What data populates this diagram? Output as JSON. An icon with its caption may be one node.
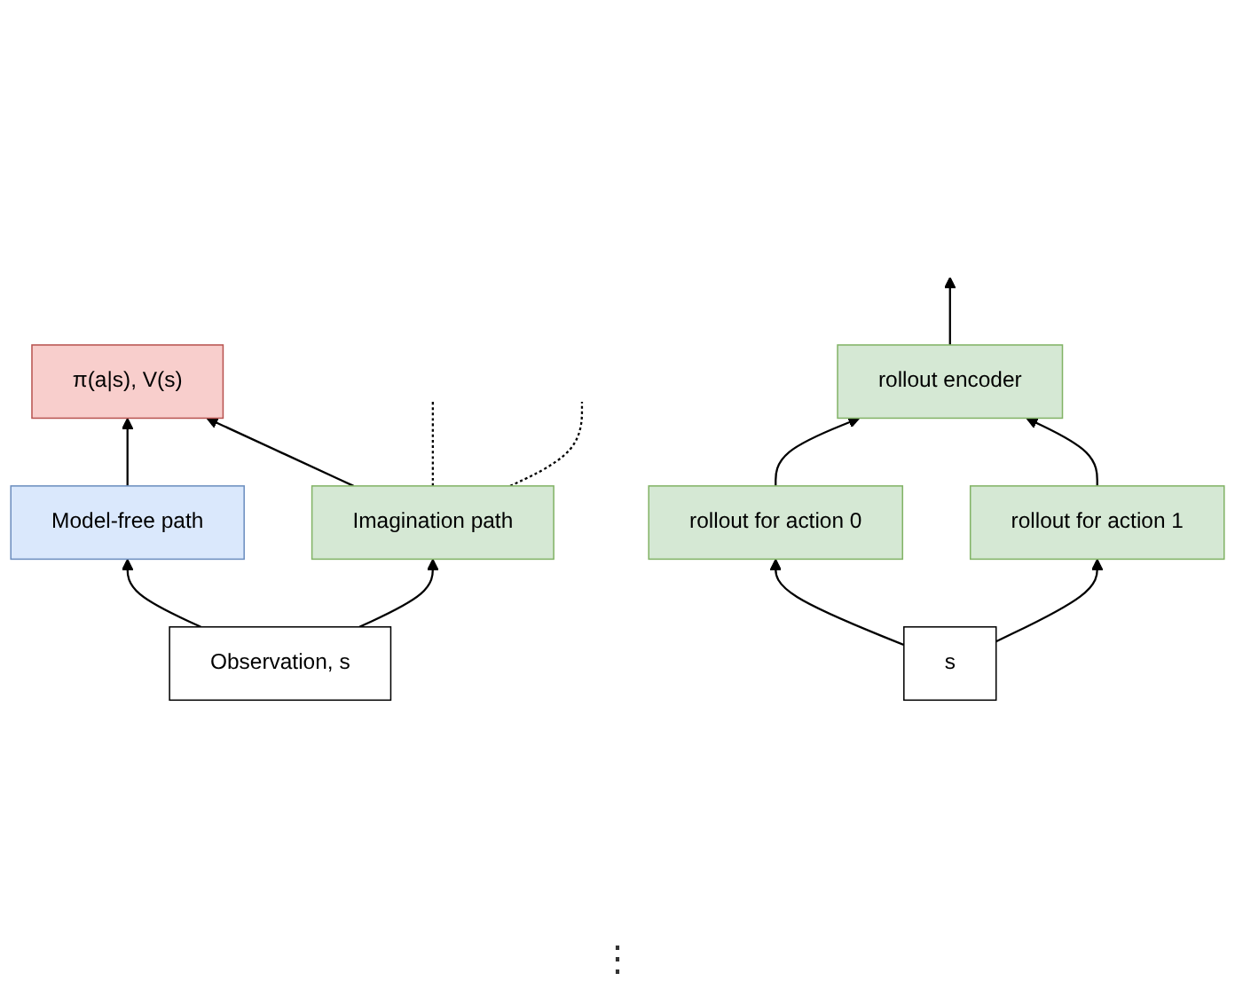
{
  "diagram": {
    "nodes": [
      {
        "text": [
          "π(a|s), V(s)"
        ]
      },
      {
        "text": [
          "Model-free path"
        ]
      },
      {
        "text": [
          "Imagination path"
        ]
      },
      {
        "text": [
          "Observation, s"
        ]
      },
      {
        "text": [
          "rollout encoder"
        ]
      },
      {
        "text": [
          "rollout for action 0"
        ]
      },
      {
        "text": [
          "rollout for action 1"
        ]
      },
      {
        "text": [
          "s"
        ]
      }
    ],
    "edges": [
      {
        "from": 1,
        "to": 0,
        "arrow": "to"
      },
      {
        "from": 2,
        "to": 0,
        "arrow": "to"
      },
      {
        "from": 3,
        "to": 1,
        "arrow": "to"
      },
      {
        "from": 3,
        "to": 2,
        "arrow": "to"
      },
      {
        "from": 2,
        "to": null,
        "arrow": "none",
        "style": "dashed"
      },
      {
        "from": 2,
        "to": null,
        "arrow": "none",
        "style": "dashed"
      },
      {
        "from": 4,
        "to": null,
        "arrow": "to"
      },
      {
        "from": 5,
        "to": 4,
        "arrow": "to"
      },
      {
        "from": 6,
        "to": 4,
        "arrow": "to"
      },
      {
        "from": 7,
        "to": 5,
        "arrow": "to"
      },
      {
        "from": 7,
        "to": 6,
        "arrow": "to"
      }
    ],
    "labels": [
      "⋮"
    ]
  }
}
